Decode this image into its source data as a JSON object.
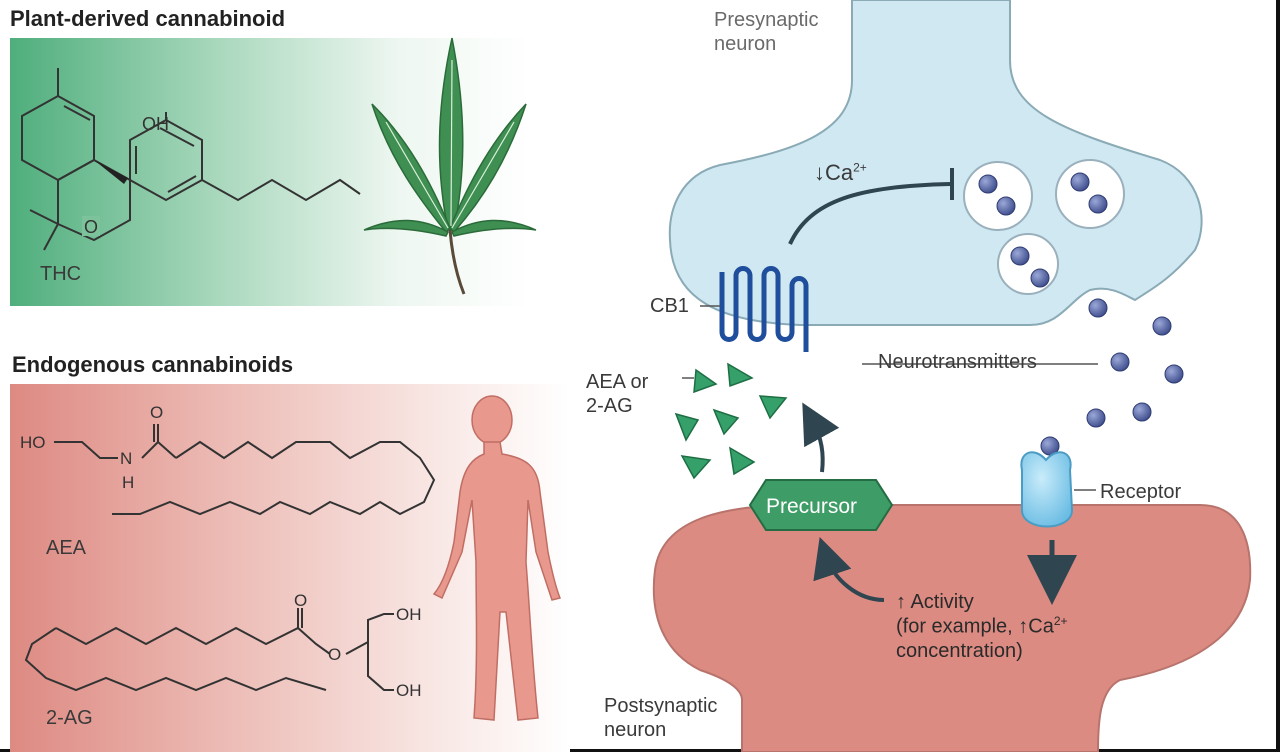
{
  "titles": {
    "plant": "Plant-derived cannabinoid",
    "endogenous": "Endogenous cannabinoids"
  },
  "molecules": {
    "thc": {
      "name": "THC",
      "oh": "OH",
      "o": "O"
    },
    "aea": {
      "name": "AEA",
      "ho": "HO",
      "n": "N",
      "h": "H",
      "o": "O"
    },
    "twoag": {
      "name": "2-AG",
      "o1": "O",
      "o2": "O",
      "oh1": "OH",
      "oh2": "OH"
    }
  },
  "synapse": {
    "presynaptic": [
      "Presynaptic",
      "neuron"
    ],
    "postsynaptic": [
      "Postsynaptic",
      "neuron"
    ],
    "ca_down_arrow": "↓",
    "ca": "Ca",
    "ca_sup": "2+",
    "cb1": "CB1",
    "aea_or": [
      "AEA or",
      "2-AG"
    ],
    "neurotransmitters": "Neurotransmitters",
    "receptor": "Receptor",
    "precursor": "Precursor",
    "activity": [
      "↑ Activity",
      "(for example, ↑Ca",
      "2+",
      "concentration)"
    ]
  },
  "colors": {
    "plant_panel": "#4fae7c",
    "endo_panel": "#dd8a82",
    "presynaptic": "#cfe8f2",
    "postsynaptic": "#dc8b82",
    "vesicle": "#ffffff",
    "neurotransmitter": "#4a5a9a",
    "cb1": "#1f4e9c",
    "ligand": "#35a06a",
    "receptor": "#8fd0ee",
    "arrow": "#2f4550"
  },
  "icons": [
    "cannabis-leaf-icon",
    "human-figure-icon"
  ]
}
